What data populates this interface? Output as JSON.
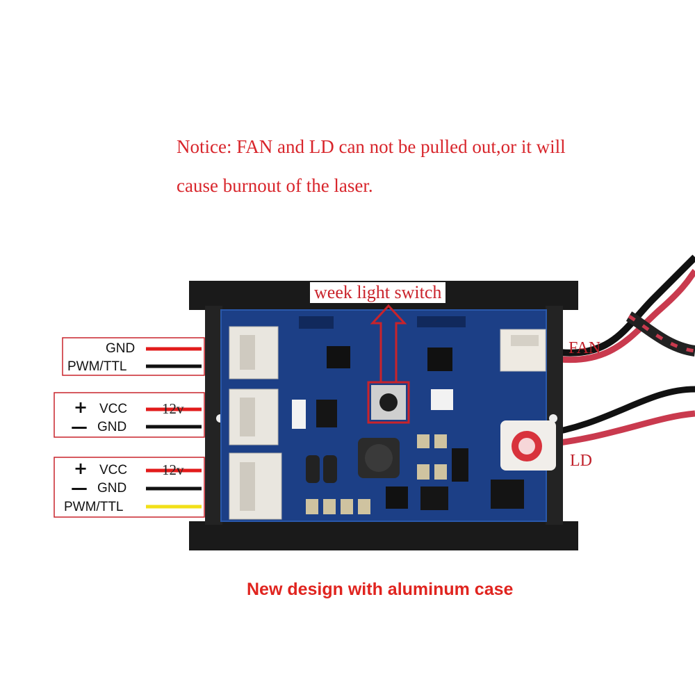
{
  "notice": {
    "line1": "Notice: FAN and LD can not be pulled out,or it will",
    "line2": "cause burnout of the laser."
  },
  "switch_label": "week light switch",
  "connectors": {
    "fan": "FAN",
    "ld": "LD"
  },
  "pin_groups": [
    {
      "pins": [
        {
          "sign": "",
          "label": "GND",
          "wire": "#e21b1b"
        },
        {
          "sign": "",
          "label": "PWM/TTL",
          "wire": "#111111"
        }
      ]
    },
    {
      "pins": [
        {
          "sign": "+",
          "label": "VCC",
          "wire": "#e21b1b",
          "volt": "12v"
        },
        {
          "sign": "—",
          "label": "GND",
          "wire": "#111111"
        }
      ]
    },
    {
      "pins": [
        {
          "sign": "+",
          "label": "VCC",
          "wire": "#e21b1b",
          "volt": "12v"
        },
        {
          "sign": "—",
          "label": "GND",
          "wire": "#111111"
        },
        {
          "sign": "",
          "label": "PWM/TTL",
          "wire": "#f2e018"
        }
      ]
    }
  ],
  "caption": "New design with aluminum case",
  "colors": {
    "accent": "#d8252b",
    "pcb": "#1c3f86",
    "case": "#1a1a1a"
  }
}
